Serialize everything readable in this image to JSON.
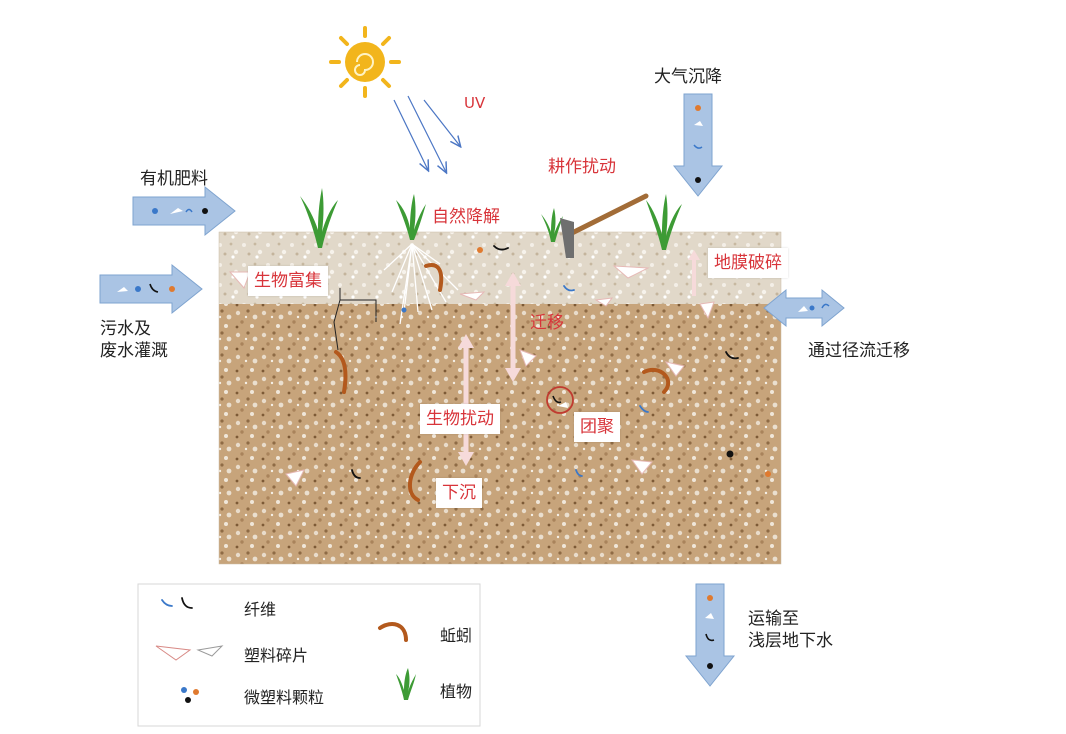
{
  "labels": {
    "uv": "UV",
    "atmospheric_deposition": "大气沉降",
    "tillage": "耕作扰动",
    "organic_fertilizer": "有机肥料",
    "natural_degradation": "自然降解",
    "bio_enrichment": "生物富集",
    "film_breakage": "地膜破碎",
    "sewage_line1": "污水及",
    "sewage_line2": "废水灌溉",
    "migration": "迁移",
    "runoff_migration": "通过径流迁移",
    "bio_disturbance": "生物扰动",
    "aggregation": "团聚",
    "sinking": "下沉",
    "groundwater_line1": "运输至",
    "groundwater_line2": "浅层地下水"
  },
  "legend": {
    "fiber": "纤维",
    "plastic_fragment": "塑料碎片",
    "microplastic_particle": "微塑料颗粒",
    "earthworm": "蚯蚓",
    "plant": "植物"
  },
  "colors": {
    "arrow_fill": "#aac4e4",
    "arrow_stroke": "#7ea3cf",
    "label_red": "#d8343a",
    "soil_top": "#ddd3c2",
    "soil_bottom": "#c9a57c",
    "sun": "#f2b51c",
    "earthworm": "#b3591d",
    "plant": "#3d9b35",
    "fiber_blue": "#3a78c9"
  }
}
